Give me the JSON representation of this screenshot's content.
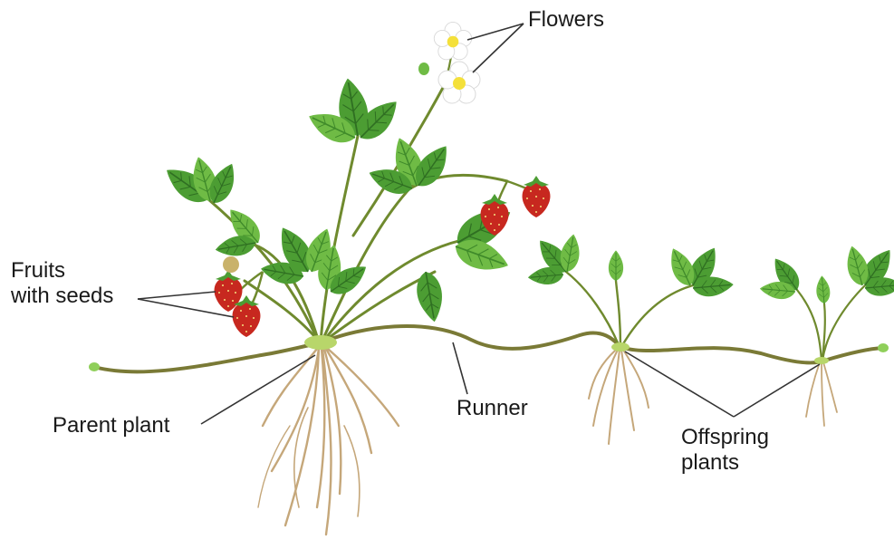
{
  "diagram": {
    "labels": {
      "flowers": "Flowers",
      "fruits_line1": "Fruits",
      "fruits_line2": "with seeds",
      "parent_plant": "Parent plant",
      "runner": "Runner",
      "offspring_line1": "Offspring",
      "offspring_line2": "plants"
    },
    "colors": {
      "leaf_dark": "#3f8f2e",
      "leaf_mid": "#5fae3c",
      "leaf_light": "#8fcf5a",
      "stem": "#6f8a2e",
      "runner": "#7a7a36",
      "root": "#c5a77a",
      "fruit": "#c7281f",
      "petal": "#ffffff",
      "flower_center": "#f4e03a",
      "leader_line": "#333333"
    }
  }
}
